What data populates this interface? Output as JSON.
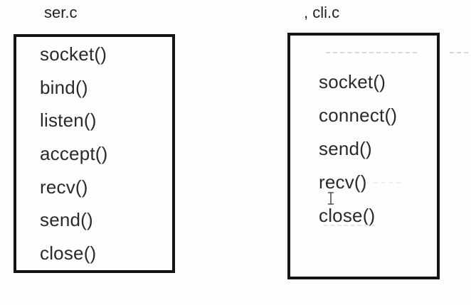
{
  "server": {
    "label": "ser.c",
    "functions": [
      "socket()",
      "bind()",
      "listen()",
      "accept()",
      "recv()",
      "send()",
      "close()"
    ]
  },
  "client": {
    "label": ", cli.c",
    "functions": [
      "socket()",
      "connect()",
      "send()",
      "recv()",
      "close()"
    ]
  },
  "cursor": {
    "icon": "text-ibeam-cursor"
  },
  "colors": {
    "background": "#fdfdfd",
    "box_border": "#141414",
    "text": "#2a2a2a",
    "label_text": "#222222",
    "artifact": "#d9d9d9",
    "cursor": "#4f4f4f"
  }
}
